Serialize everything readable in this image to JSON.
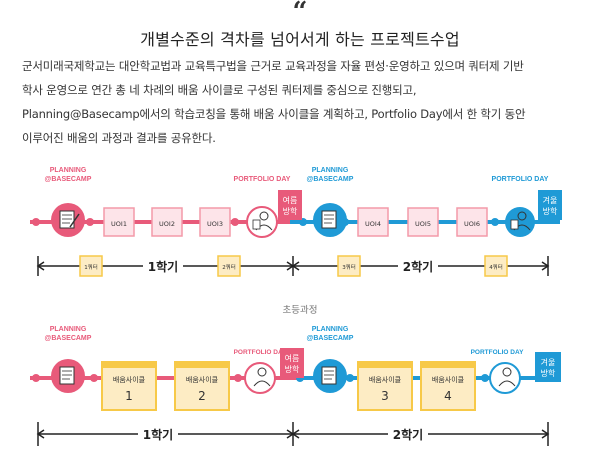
{
  "header": {
    "quote_mark": "“",
    "title": "개별수준의 격차를 넘어서게 하는 프로젝트수업"
  },
  "paragraph": {
    "lines": [
      "군서미래국제학교는 대안학교법과 교육특구법을 근거로 교육과정을 자율 편성·운영하고 있으며 쿼터제 기반",
      "학사 운영으로 연간 총 네 차례의 배움 사이클로 구성된 쿼터제를 중심으로 진행되고,",
      "Planning@Basecamp에서의 학습코칭을 통해 배움 사이클을 계획하고, Portfolio Day에서 한 학기 동안",
      "이루어진 배움의 과정과 결과를 공유한다."
    ]
  },
  "diagram_top": {
    "planning_label_1": "PLANNING",
    "planning_label_2": "@BASECAMP",
    "portfolio_label": "PORTFOLIO DAY",
    "summer_break_1": "여름",
    "summer_break_2": "방학",
    "winter_break_1": "겨울",
    "winter_break_2": "방학",
    "uoi": [
      "UOI1",
      "UOI2",
      "UOI3",
      "UOI4",
      "UOI5",
      "UOI6"
    ],
    "quarters": [
      "1쿼터",
      "2쿼터",
      "3쿼터",
      "4쿼터"
    ],
    "semester_1": "1학기",
    "semester_2": "2학기"
  },
  "caption": "초등과정",
  "diagram_bottom": {
    "planning_label_1": "PLANNING",
    "planning_label_2": "@BASECAMP",
    "portfolio_label": "PORTFOLIO DAY",
    "summer_break_1": "여름",
    "summer_break_2": "방학",
    "winter_break_1": "겨울",
    "winter_break_2": "방학",
    "cycle_label": "배움사이클",
    "cycles": [
      "1",
      "2",
      "3",
      "4"
    ],
    "semester_1": "1학기",
    "semester_2": "2학기"
  },
  "colors": {
    "pink": "#e85a7a",
    "blue": "#1f9ad6",
    "card_yellow": "#f7c948",
    "card_fill": "#fdecc4",
    "pink_box": "#f39aa9",
    "blue_box": "#3aa6e0"
  }
}
